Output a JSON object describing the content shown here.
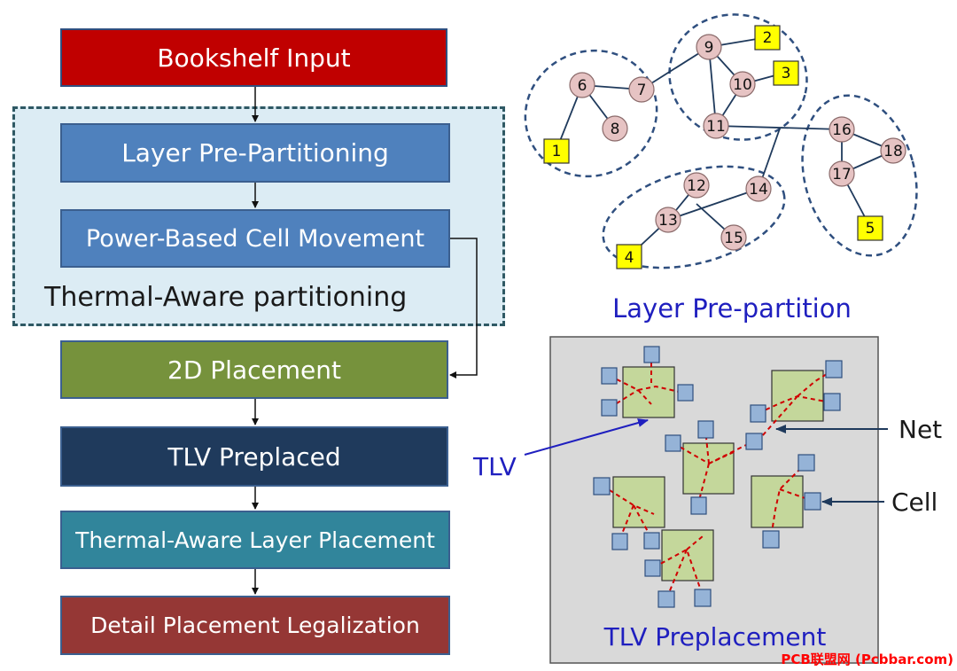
{
  "flow": {
    "steps": [
      {
        "id": "bookshelf-input",
        "label": "Bookshelf Input",
        "color": "#c00000"
      },
      {
        "id": "layer-pre-partitioning",
        "label": "Layer Pre-Partitioning",
        "color": "#4a7ab8"
      },
      {
        "id": "power-based-cell-movement",
        "label": "Power-Based Cell Movement",
        "color": "#4a7ab8"
      },
      {
        "id": "2d-placement",
        "label": "2D Placement",
        "color": "#76923c"
      },
      {
        "id": "tlv-preplaced",
        "label": "TLV Preplaced",
        "color": "#1f3a5c"
      },
      {
        "id": "thermal-aware-layer-placement",
        "label": "Thermal-Aware Layer Placement",
        "color": "#31859b"
      },
      {
        "id": "detail-placement-legalization",
        "label": "Detail Placement Legalization",
        "color": "#953735"
      }
    ],
    "group_label": "Thermal-Aware partitioning"
  },
  "partition": {
    "caption": "Layer Pre-partition",
    "nodes": [
      "6",
      "7",
      "8",
      "9",
      "10",
      "11",
      "12",
      "13",
      "14",
      "15",
      "16",
      "17",
      "18"
    ],
    "pins": [
      "1",
      "2",
      "3",
      "4",
      "5"
    ]
  },
  "preplacement": {
    "caption": "TLV Preplacement",
    "tlv_label": "TLV",
    "net_label": "Net",
    "cell_label": "Cell"
  },
  "watermark": "PCB联盟网 (Pcbbar.com)",
  "colors": {
    "node_fill": "#e6c3c3",
    "pin_fill": "#ffff00",
    "cell_fill": "#c4d79b",
    "tlv_fill": "#95b3d7",
    "net_color": "#d00000",
    "caption_color": "#1f1fbf",
    "watermark_color": "#ff0000"
  }
}
